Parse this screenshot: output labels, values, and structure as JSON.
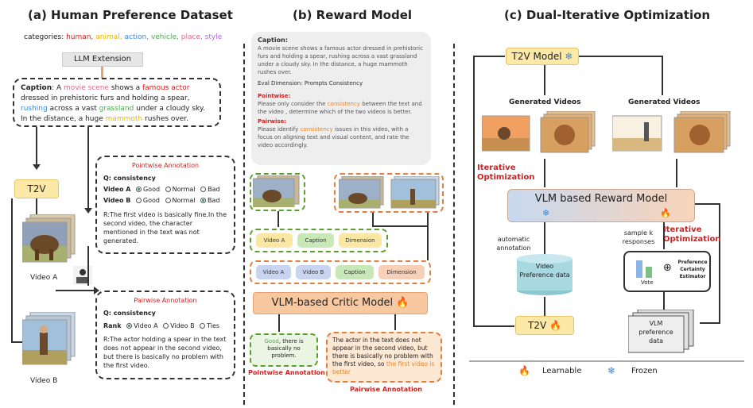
{
  "panel_a": {
    "title": "(a) Human Preference Dataset",
    "categories_label": "categories:",
    "categories": [
      "human,",
      "animal,",
      "action,",
      "vehicle,",
      "place,",
      "style"
    ],
    "llm_extension": "LLM Extension",
    "caption_prefix": "Caption",
    "caption_parts": [
      ": A ",
      "movie scene",
      " shows a ",
      "famous actor",
      " dressed in prehistoric furs and holding a spear, ",
      "rushing",
      " across a vast ",
      "grassland",
      " under a cloudy sky. In the distance, a huge ",
      "mammoth",
      " rushes over."
    ],
    "t2v": "T2V",
    "video_a": "Video A",
    "video_b": "Video B",
    "pointwise": {
      "title": "Pointwise Annotation",
      "q": "Q: consistency",
      "row_a": "Video A",
      "row_b": "Video B",
      "opts": [
        "Good",
        "Normal",
        "Bad"
      ],
      "r": "R:The first video is basically fine.In the second video, the character mentioned in the text was not generated."
    },
    "pairwise": {
      "title": "Pairwise Annotation",
      "q": "Q: consistency",
      "rank": "Rank",
      "opts": [
        "Video A",
        "Video B",
        "Ties"
      ],
      "r": "R:The actor holding a spear in the text does not appear in the second video, but there is basically no problem with the first video."
    }
  },
  "panel_b": {
    "title": "(b) Reward Model",
    "caption_label": "Caption:",
    "caption_text": "A movie scene shows a famous actor dressed in prehistoric furs and holding a spear, rushing across a vast grassland under a cloudy sky. In the distance, a huge mammoth rushes over.",
    "eval_dim": "Eval Dimension: Prompts Consistency",
    "pointwise_label": "Pointwise:",
    "pointwise_pre": "Please only consider the ",
    "pointwise_kw": "consistency",
    "pointwise_post": " between the text and the video , determine which of the two videos is better.",
    "pairwise_label": "Pairwise:",
    "pairwise_pre": "Please identify ",
    "pairwise_kw": "consistency",
    "pairwise_post": " issues in this video, with a focus on aligning text and visual content, and rate the video accordingly.",
    "pill_video_a": "Video A",
    "pill_caption": "Caption",
    "pill_dimension": "Dimension",
    "pill_video_a2": "Video A",
    "pill_video_b2": "Video B",
    "pill_caption2": "Caption",
    "pill_dimension2": "Dimension",
    "critic": "VLM-based Critic Model",
    "out_point_good": "Good",
    "out_point_rest": ", there is basically no problem.",
    "out_pair_pre": "The actor in the text does not appear in the second video, but there is basically no problem with the first video, so ",
    "out_pair_kw": "the first video is better",
    "label_point": "Pointwise Annotation",
    "label_pair": "Pairwise Annotation"
  },
  "panel_c": {
    "title": "(c) Dual-Iterative Optimization",
    "t2v_model": "T2V Model",
    "gen_left": "Generated Videos",
    "gen_right": "Generated Videos",
    "iterative_left": "Iterative Optimization",
    "reward": "VLM based Reward Model",
    "auto_anno": "automatic annotation",
    "sample_k": "sample k responses",
    "iterative_right": "Iterative Optimization",
    "video_pref": "Video Preference data",
    "pref_cert": "Preference Certainty Estimator",
    "vote": "Vote",
    "t2v_bottom": "T2V",
    "vlm_pref": "VLM preference data",
    "legend_learnable": "Learnable",
    "legend_frozen": "Frozen"
  }
}
